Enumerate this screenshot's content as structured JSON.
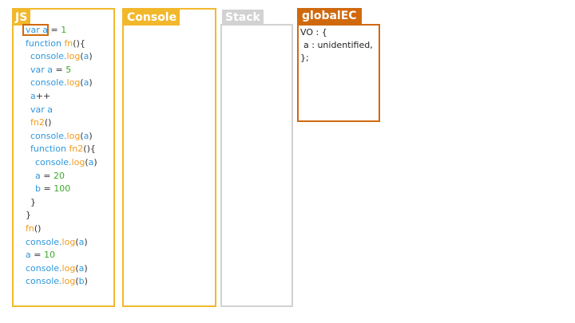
{
  "panels": {
    "js": "JS",
    "console": "Console",
    "stack": "Stack",
    "global_ec": "globalEC"
  },
  "code": [
    {
      "parts": [
        {
          "t": "var a",
          "c": "b"
        },
        {
          "t": " = ",
          "c": "k"
        },
        {
          "t": "1",
          "c": "g"
        }
      ]
    },
    {
      "parts": [
        {
          "t": "function ",
          "c": "b"
        },
        {
          "t": "fn",
          "c": "o"
        },
        {
          "t": "(){",
          "c": "k"
        }
      ]
    },
    {
      "parts": [
        {
          "t": "console.",
          "c": "b"
        },
        {
          "t": "log",
          "c": "o"
        },
        {
          "t": "(",
          "c": "k"
        },
        {
          "t": "a",
          "c": "b"
        },
        {
          "t": ")",
          "c": "k"
        }
      ]
    },
    {
      "parts": [
        {
          "t": "var a",
          "c": "b"
        },
        {
          "t": " = ",
          "c": "k"
        },
        {
          "t": "5",
          "c": "g"
        }
      ]
    },
    {
      "parts": [
        {
          "t": "console.",
          "c": "b"
        },
        {
          "t": "log",
          "c": "o"
        },
        {
          "t": "(",
          "c": "k"
        },
        {
          "t": "a",
          "c": "b"
        },
        {
          "t": ")",
          "c": "k"
        }
      ]
    },
    {
      "parts": [
        {
          "t": "a",
          "c": "b"
        },
        {
          "t": "++",
          "c": "k"
        }
      ]
    },
    {
      "parts": [
        {
          "t": "var a",
          "c": "b"
        }
      ]
    },
    {
      "parts": [
        {
          "t": "fn2",
          "c": "o"
        },
        {
          "t": "()",
          "c": "k"
        }
      ]
    },
    {
      "parts": [
        {
          "t": "console.",
          "c": "b"
        },
        {
          "t": "log",
          "c": "o"
        },
        {
          "t": "(",
          "c": "k"
        },
        {
          "t": "a",
          "c": "b"
        },
        {
          "t": ")",
          "c": "k"
        }
      ]
    },
    {
      "parts": [
        {
          "t": "function ",
          "c": "b"
        },
        {
          "t": "fn2",
          "c": "o"
        },
        {
          "t": "(){",
          "c": "k"
        }
      ]
    },
    {
      "parts": [
        {
          "t": "console.",
          "c": "b"
        },
        {
          "t": "log",
          "c": "o"
        },
        {
          "t": "(",
          "c": "k"
        },
        {
          "t": "a",
          "c": "b"
        },
        {
          "t": ")",
          "c": "k"
        }
      ]
    },
    {
      "parts": [
        {
          "t": "a",
          "c": "b"
        },
        {
          "t": " = ",
          "c": "k"
        },
        {
          "t": "20",
          "c": "g"
        }
      ]
    },
    {
      "parts": [
        {
          "t": "b",
          "c": "b"
        },
        {
          "t": " = ",
          "c": "k"
        },
        {
          "t": "100",
          "c": "g"
        }
      ]
    },
    {
      "parts": [
        {
          "t": "}",
          "c": "k"
        }
      ]
    },
    {
      "parts": [
        {
          "t": "}",
          "c": "k"
        }
      ]
    },
    {
      "parts": [
        {
          "t": "fn",
          "c": "o"
        },
        {
          "t": "()",
          "c": "k"
        }
      ]
    },
    {
      "parts": [
        {
          "t": "console.",
          "c": "b"
        },
        {
          "t": "log",
          "c": "o"
        },
        {
          "t": "(",
          "c": "k"
        },
        {
          "t": "a",
          "c": "b"
        },
        {
          "t": ")",
          "c": "k"
        }
      ]
    },
    {
      "parts": [
        {
          "t": "a",
          "c": "b"
        },
        {
          "t": " = ",
          "c": "k"
        },
        {
          "t": "10",
          "c": "g"
        }
      ]
    },
    {
      "parts": [
        {
          "t": "console.",
          "c": "b"
        },
        {
          "t": "log",
          "c": "o"
        },
        {
          "t": "(",
          "c": "k"
        },
        {
          "t": "a",
          "c": "b"
        },
        {
          "t": ")",
          "c": "k"
        }
      ]
    },
    {
      "parts": [
        {
          "t": "console.",
          "c": "b"
        },
        {
          "t": "log",
          "c": "o"
        },
        {
          "t": "(",
          "c": "k"
        },
        {
          "t": "b",
          "c": "b"
        },
        {
          "t": ")",
          "c": "k"
        }
      ]
    }
  ],
  "global_ec": {
    "lines": [
      "VO : {",
      "a : unidentified,",
      "};"
    ]
  },
  "colors": {
    "js_accent": "#f2b82c",
    "stack_gray": "#d2d2d2",
    "ec_orange": "#d0690e",
    "keyword_blue": "#2f97dc",
    "function_orange": "#f29a1a",
    "number_green": "#3eaa2c"
  }
}
